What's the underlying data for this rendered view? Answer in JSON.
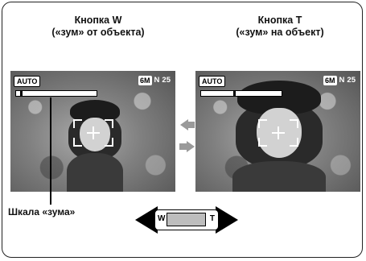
{
  "left_panel": {
    "title_line1": "Кнопка W",
    "title_line2": "(«зум» от объекта)",
    "hud": {
      "mode": "AUTO",
      "size": "6M",
      "quality": "N",
      "shots": "25"
    },
    "zoom_level": 0.05
  },
  "right_panel": {
    "title_line1": "Кнопка T",
    "title_line2": "(«зум» на объект)",
    "hud": {
      "mode": "AUTO",
      "size": "6M",
      "quality": "N",
      "shots": "25"
    },
    "zoom_level": 0.4
  },
  "scale_label": "Шкала «зума»",
  "rocker": {
    "left": "W",
    "right": "T"
  },
  "colors": {
    "arrow": "#9a9a9a",
    "frame": "#222222"
  }
}
